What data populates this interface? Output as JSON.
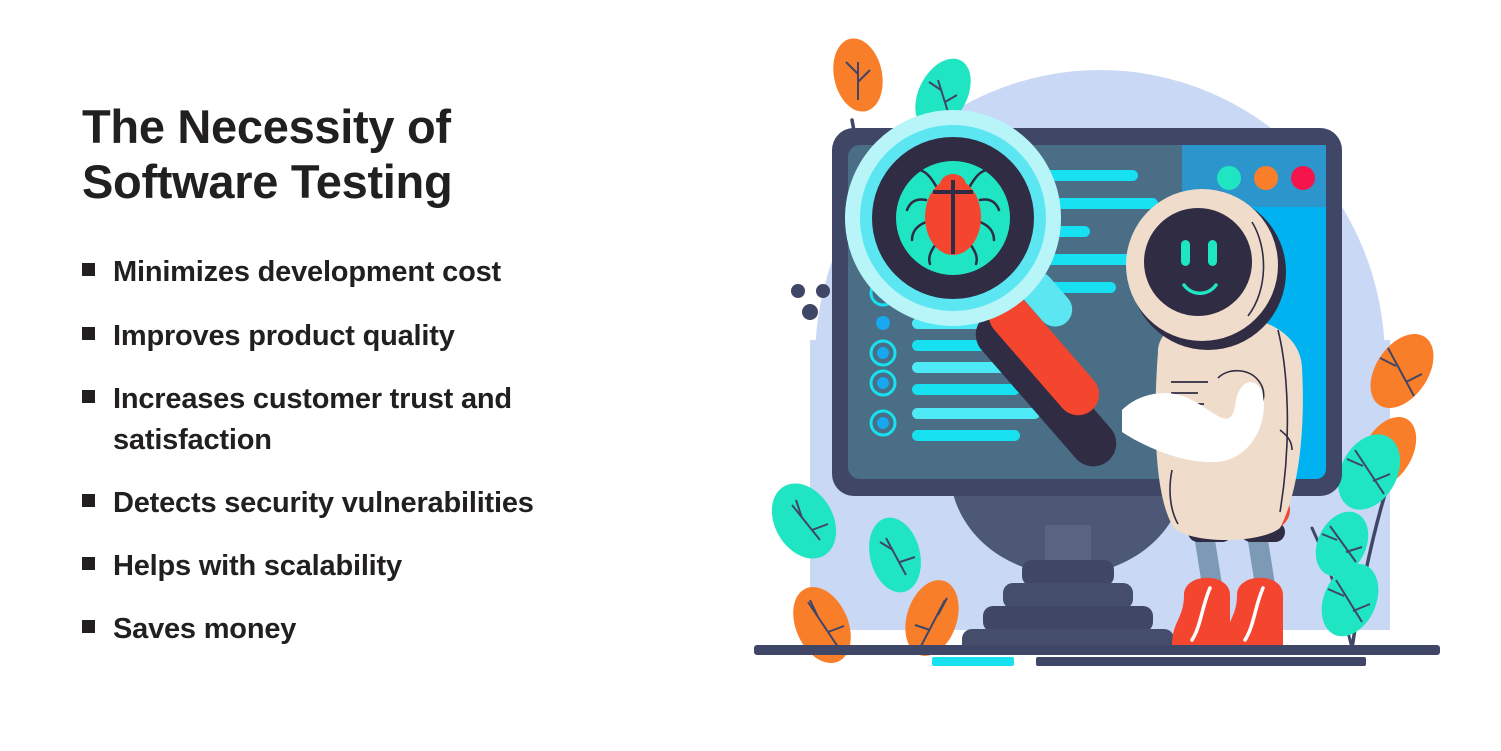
{
  "slide": {
    "title": "The Necessity of Software Testing",
    "bullets": [
      {
        "label": "Minimizes development cost"
      },
      {
        "label": "Improves product quality"
      },
      {
        "label": "Increases customer trust and satisfaction"
      },
      {
        "label": "Detects security vulnerabilities"
      },
      {
        "label": "Helps with scalability"
      },
      {
        "label": "Saves money"
      }
    ]
  },
  "illustration": {
    "name": "robot-inspecting-bug-on-monitor",
    "alt": "A robot holding a magnifying glass over a bug shown on a desktop monitor screen, surrounded by leafy plants",
    "monitor": {
      "screen_label": "code-listing-screen",
      "bug_label": "bug-under-magnifier",
      "window_dots": [
        "#1FE5C3",
        "#F97E2A",
        "#F5144B"
      ]
    },
    "colors": {
      "background_circle": "#C9D9F5",
      "monitor_bezel": "#3F4666",
      "screen_dark": "#4A6E86",
      "screen_panel_blue": "#00B2F0",
      "screen_panel_blue_dark": "#2C95CC",
      "line_cyan": "#17E0F0",
      "line_cyan_light": "#4EE9F7",
      "magnifier_glow": "#B7F5F8",
      "magnifier_ring": "#5BE6F2",
      "lens_dark": "#2F2C44",
      "lens_inner": "#1FE5C3",
      "bug_red": "#F4452E",
      "robot_body": "#F0DCCB",
      "robot_face": "#2F2C44",
      "robot_eye": "#1FE5C3",
      "robot_arm_white": "#FFFFFF",
      "handle_red": "#F4452E",
      "boot_red": "#F4452E",
      "leaf_orange": "#F97E2A",
      "leaf_teal": "#1FE5C3",
      "stem_navy": "#3F4666",
      "ground": "#3F4666",
      "ground_accent": "#17E0F0",
      "title_text": "#221F20"
    }
  }
}
